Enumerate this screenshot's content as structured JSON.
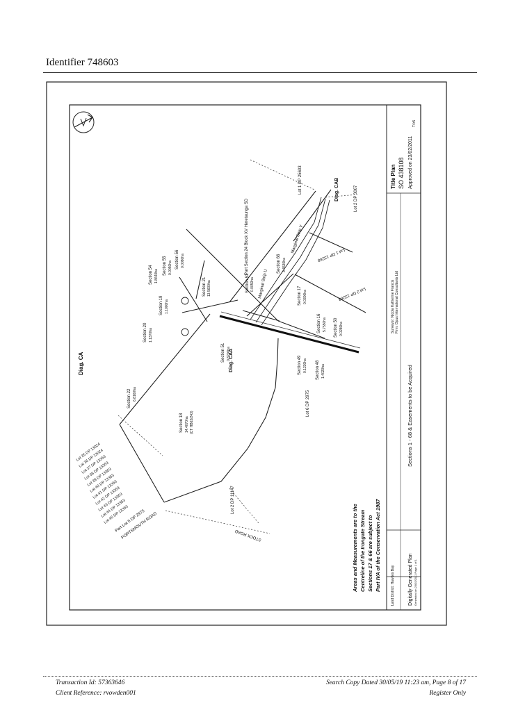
{
  "header": {
    "identifier": "Identifier 748603"
  },
  "plan": {
    "diag_ca": "Diag. CA",
    "diag_caa": "Diag. CAA",
    "diag_cab": "Diag. CAB",
    "sheet_no": "T4r5",
    "title_block": {
      "heading": "Title Plan",
      "plan_no": "SO 438108",
      "approved": "Approved on 23/02/2011",
      "surveyor": "Surveyor: Nicola Katherine Francis",
      "firm": "Firm: Opus International Consultants Ltd",
      "subject": "Sections 1 - 68 & Easements to be Acquired",
      "land_district": "Land District: Hawkes Bay",
      "generated": "Digitally Generated Plan",
      "generated_detail": "Generated on 23/02/2011 Page 1 of 1"
    },
    "notes": [
      "Areas and Measurements are to the",
      "Centreline of the Irongate Stream",
      "Sections 17 & 66 are subject to",
      "Part IVA of the Conservation Act 1987"
    ],
    "sections": {
      "s22": "Section 22",
      "s22_area": "6.8160ha",
      "s20": "Section 20",
      "s20_area": "1.1370ha",
      "s19": "Section 19",
      "s19_area": "1.1000ha",
      "s54": "Section 54",
      "s54_area": "1.8640ha",
      "s55": "Section 55",
      "s55_area": "0.0050ha",
      "s56": "Section 56",
      "s56_area": "0.0080ha",
      "s21": "Section 21",
      "s21_area": "13.5600ha",
      "s18": "Section 18",
      "s18_area": "14.4070ha",
      "s18_ct": "(CT HB63/243)",
      "s51": "Section 51",
      "s51_area": "0.8200ha",
      "s53": "Section 53",
      "s53_area": "0.0050ha",
      "s66": "Section 66",
      "s66_area": "3.4530ha",
      "s49": "Section 49",
      "s49_area": "0.1230ha",
      "s48": "Section 48",
      "s48_area": "1.4020ha",
      "s50": "Section 50",
      "s50_area": "0.0280ha",
      "s16": "Section 16",
      "s16_area": "5.7550ha",
      "s17": "Section 17",
      "s17_area": "0.0300ha"
    },
    "strips": {
      "u": "Marginal Strip U",
      "v": "Marginal Strip V"
    },
    "parcels": {
      "part_section": "Part Section 24 Block XV Heretaunga SD",
      "lot1_dp25603": "Lot 1 DP 25603",
      "lot2_dp3067": "Lot 2 DP 3067",
      "lot1_dp13268": "Lot 1 DP 13268",
      "lot2_dp13268": "Lot 2 DP 13268",
      "lot6_dp2975": "Lot 6 DP 2975",
      "lot2_dp11147": "Lot 2 DP 11147",
      "part_lot5": "Part Lot 5 DP 2975",
      "road1": "PORTSMOUTH ROAD",
      "road2": "STOCK ROAD",
      "lots_left": [
        "Lot 35 DP 13024",
        "Lot 36 DP 13024",
        "Lot 37 DP 13353",
        "Lot 38 DP 13353",
        "Lot 39 DP 13353",
        "Lot 40 DP 13353",
        "Lot 41 DP 13353",
        "Lot 42 DP 13353",
        "Lot 43 DP 13353",
        "Lot 44 DP 13353",
        "Lot 45 DP 13353"
      ]
    }
  },
  "footer": {
    "transaction": "Transaction Id: 57363646",
    "client": "Client Reference: rvowden001",
    "search_copy": "Search Copy Dated 30/05/19 11:23 am, Page 8 of 17",
    "register": "Register Only"
  }
}
